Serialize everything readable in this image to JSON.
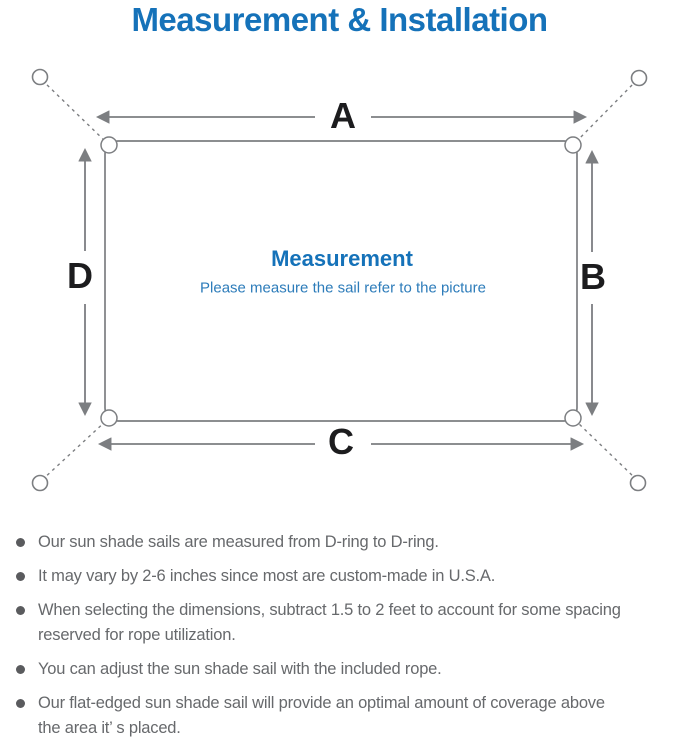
{
  "header": {
    "title": "Measurement & Installation"
  },
  "diagram": {
    "labels": {
      "top": "A",
      "right": "B",
      "bottom": "C",
      "left": "D"
    },
    "center_title": "Measurement",
    "center_subtitle": "Please measure the sail refer to the picture",
    "colors": {
      "accent_blue": "#1572b9",
      "subtitle_blue": "#2d7cba",
      "line_gray": "#7c7e81",
      "label_black": "#1c1c1e"
    },
    "icons": [
      "anchor-ring-icon",
      "d-ring-icon",
      "arrow-icon"
    ]
  },
  "bullets": [
    {
      "lines": [
        "Our sun shade sails are measured from D-ring to D-ring."
      ]
    },
    {
      "lines": [
        "It may vary by 2-6 inches since most are custom-made in U.S.A."
      ]
    },
    {
      "lines": [
        "When selecting the dimensions, subtract 1.5 to 2 feet to account for some spacing",
        "reserved for rope utilization."
      ]
    },
    {
      "lines": [
        "You can adjust the sun shade sail with the included rope."
      ]
    },
    {
      "lines": [
        "Our flat-edged sun shade sail will provide an optimal amount of coverage above",
        "the area it’ s placed."
      ]
    }
  ]
}
